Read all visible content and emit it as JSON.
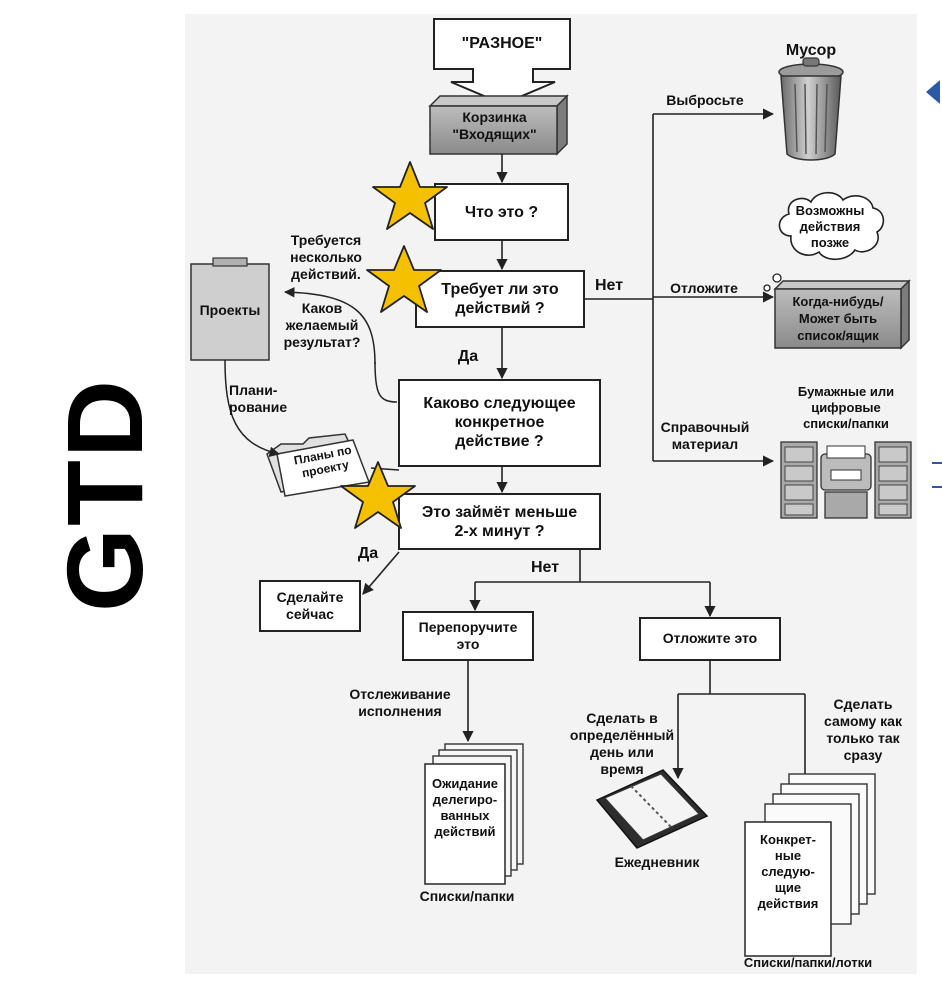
{
  "side_title": "GTD",
  "diagram": {
    "source_box": "\"РАЗНОЕ\"",
    "inbox": "Корзинка\n\"Входящих\"",
    "q_what": "Что это ?",
    "q_actionable": "Требует ли это\nдействий ?",
    "next_action": "Каково следующее\nконкретное\nдействие ?",
    "two_min": "Это займёт меньше\n2-х минут ?",
    "do_now": "Сделайте\nсейчас",
    "delegate": "Перепоручите\nэто",
    "defer": "Отложите это",
    "projects": "Проекты",
    "multi_steps": "Требуется\nнесколько\nдействий.",
    "desired_outcome": "Каков\nжелаемый\nрезультат?",
    "planning": "Плани-\nрование",
    "project_plans": "Планы по\nпроекту",
    "yes1": "Да",
    "no1": "Нет",
    "yes2": "Да",
    "no2": "Нет",
    "trash_action": "Выбросьте",
    "trash_title": "Мусор",
    "incubate_action": "Отложите",
    "someday_cloud": "Возможны\nдействия\nпозже",
    "someday_box": "Когда-нибудь/\nМожет быть\nсписок/ящик",
    "reference_action": "Справочный\nматериал",
    "reference_title": "Бумажные или\nцифровые\nсписки/папки",
    "tracking": "Отслеживание\nисполнения",
    "waiting": "Ожидание\nделегиро-\nванных\nдействий",
    "waiting_caption": "Списки/папки",
    "calendar_when": "Сделать в\nопределённый\nдень или\nвремя",
    "calendar": "Ежедневник",
    "asap_when": "Сделать\nсамому как\nтолько так\nсразу",
    "next_actions_list": "Конкрет-\nные\nследую-\nщие\nдействия",
    "next_actions_caption": "Списки/папки/лотки"
  },
  "colors": {
    "star": "#f5c000",
    "box_fill": "#ffffff",
    "gray_box": "#9a9a9a",
    "accent": "#2a5aa6"
  }
}
